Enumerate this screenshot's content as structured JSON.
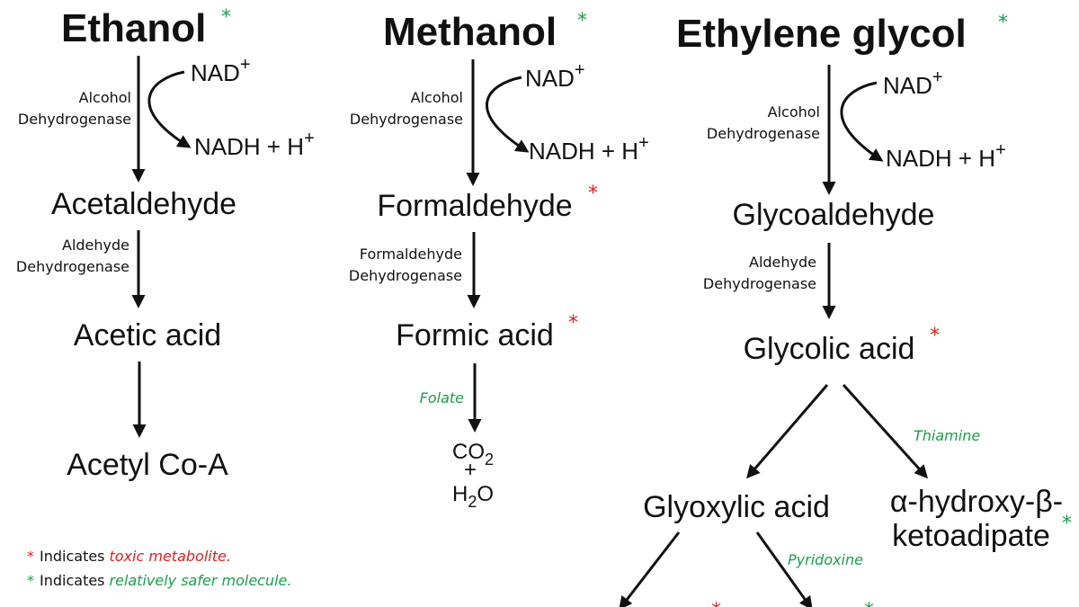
{
  "columns": {
    "ethanol": {
      "title": "Ethanol",
      "enzyme1": [
        "Alcohol",
        "Dehydrogenase"
      ],
      "cofactor_in": "NAD",
      "cofactor_out": "NADH + H",
      "step1": "Acetaldehyde",
      "enzyme2": [
        "Aldehyde",
        "Dehydrogenase"
      ],
      "step2": "Acetic acid",
      "step3": "Acetyl Co-A"
    },
    "methanol": {
      "title": "Methanol",
      "enzyme1": [
        "Alcohol",
        "Dehydrogenase"
      ],
      "cofactor_in": "NAD",
      "cofactor_out": "NADH + H",
      "step1": "Formaldehyde",
      "enzyme2": [
        "Formaldehyde",
        "Dehydrogenase"
      ],
      "step2": "Formic acid",
      "vitamin": "Folate",
      "product_top": "CO",
      "product_plus": "+",
      "product_bottom": "H",
      "product_bottom_end": "O"
    },
    "ethylene_glycol": {
      "title": "Ethylene glycol",
      "enzyme1": [
        "Alcohol",
        "Dehydrogenase"
      ],
      "cofactor_in": "NAD",
      "cofactor_out": "NADH + H",
      "step1": "Glycoaldehyde",
      "enzyme2": [
        "Aldehyde",
        "Dehydrogenase"
      ],
      "step2": "Glycolic acid",
      "vitamin_right": "Thiamine",
      "branch_left": "Glyoxylic acid",
      "branch_right": [
        "α-hydroxy-β-",
        "ketoadipate"
      ],
      "vitamin_lower": "Pyridoxine"
    }
  },
  "symbols": {
    "star": "*",
    "plus_sup": "+",
    "sub_2": "2"
  },
  "legend": {
    "red_prefix": "Indicates",
    "red_text": "toxic metabolite.",
    "green_prefix": "Indicates",
    "green_text": "relatively safer molecule."
  },
  "colors": {
    "toxic": "#e01e1e",
    "safe": "#1a9e4a",
    "ink": "#111111"
  }
}
